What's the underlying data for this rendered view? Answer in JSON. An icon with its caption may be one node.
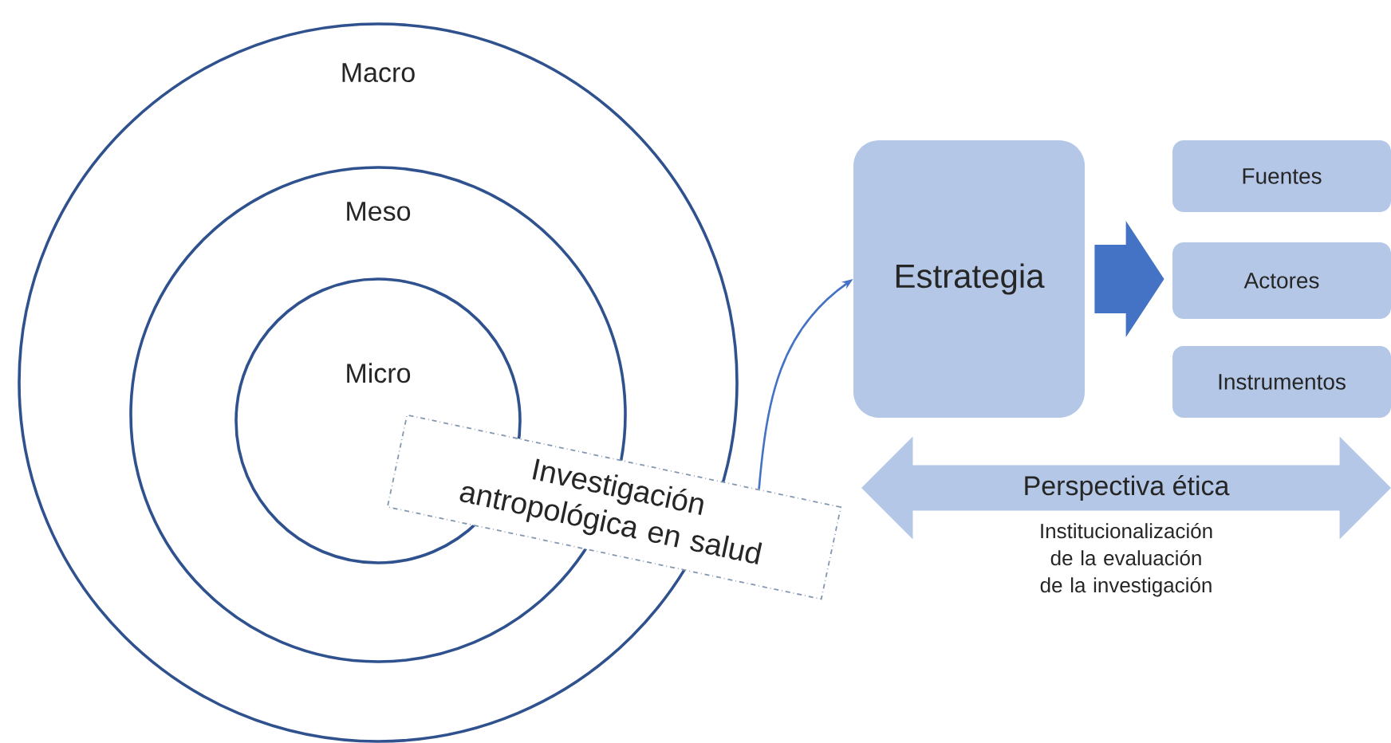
{
  "diagram": {
    "nodes": [
      {
        "text": [
          "Macro"
        ]
      },
      {
        "text": [
          "Meso"
        ],
        "in": 0
      },
      {
        "text": [
          "Micro"
        ],
        "in": 1
      },
      {
        "text": [
          "Investigación antropológica en salud"
        ]
      },
      {
        "text": [
          "Estrategia"
        ]
      },
      {
        "text": [
          "Fuentes"
        ]
      },
      {
        "text": [
          "Actores"
        ]
      },
      {
        "text": [
          "Instrumentos"
        ]
      },
      {
        "text": [
          "Perspectiva ética"
        ],
        "beside": [
          "Institucionalización de la evaluación de la investigación"
        ]
      }
    ],
    "edges": [
      {
        "from": 3,
        "to": 4,
        "arrow": "to"
      },
      {
        "from": 4,
        "to": 6,
        "arrow": "to",
        "style": "thick"
      }
    ]
  }
}
